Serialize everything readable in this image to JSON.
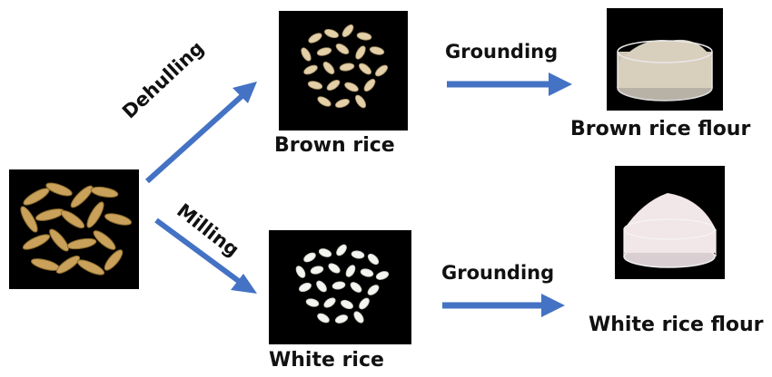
{
  "nodes": {
    "paddy": {
      "label": ""
    },
    "brown_rice": {
      "label": "Brown rice"
    },
    "white_rice": {
      "label": "White rice"
    },
    "brown_flour": {
      "label": "Brown rice flour"
    },
    "white_flour": {
      "label": "White rice flour"
    }
  },
  "edges": {
    "dehulling": {
      "label": "Dehulling"
    },
    "milling": {
      "label": "Milling"
    },
    "grounding_top": {
      "label": "Grounding"
    },
    "grounding_bottom": {
      "label": "Grounding"
    }
  },
  "colors": {
    "arrow": "#4472c4",
    "panel_bg": "#000000"
  }
}
